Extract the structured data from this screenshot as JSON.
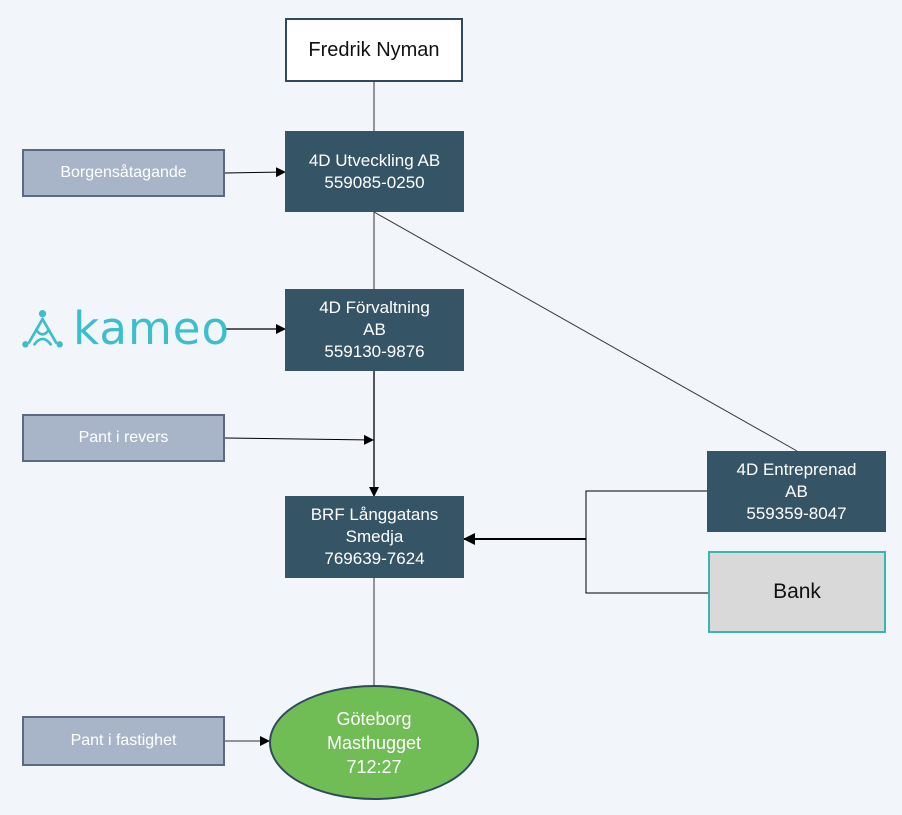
{
  "owner": "Fredrik Nyman",
  "entities": {
    "utveckling": [
      "4D Utveckling AB",
      "559085-0250"
    ],
    "forvaltning": [
      "4D Förvaltning",
      "AB",
      "559130-9876"
    ],
    "brf": [
      "BRF Långgatans",
      "Smedja",
      "769639-7624"
    ],
    "entreprenad": [
      "4D Entreprenad",
      "AB",
      "559359-8047"
    ],
    "bank": "Bank"
  },
  "property": [
    "Göteborg",
    "Masthugget",
    "712:27"
  ],
  "securities": {
    "borgen": "Borgensåtagande",
    "pant_revers": "Pant i revers",
    "pant_fastighet": "Pant i fastighet"
  },
  "lender_logo": {
    "text": "kameo",
    "color": "#3bbfcc",
    "icon": "kameo-logo-icon"
  },
  "colors": {
    "entity": "#355466",
    "security": "#a8b5c9",
    "property": "#70bd55",
    "background": "#f2f5fa"
  }
}
